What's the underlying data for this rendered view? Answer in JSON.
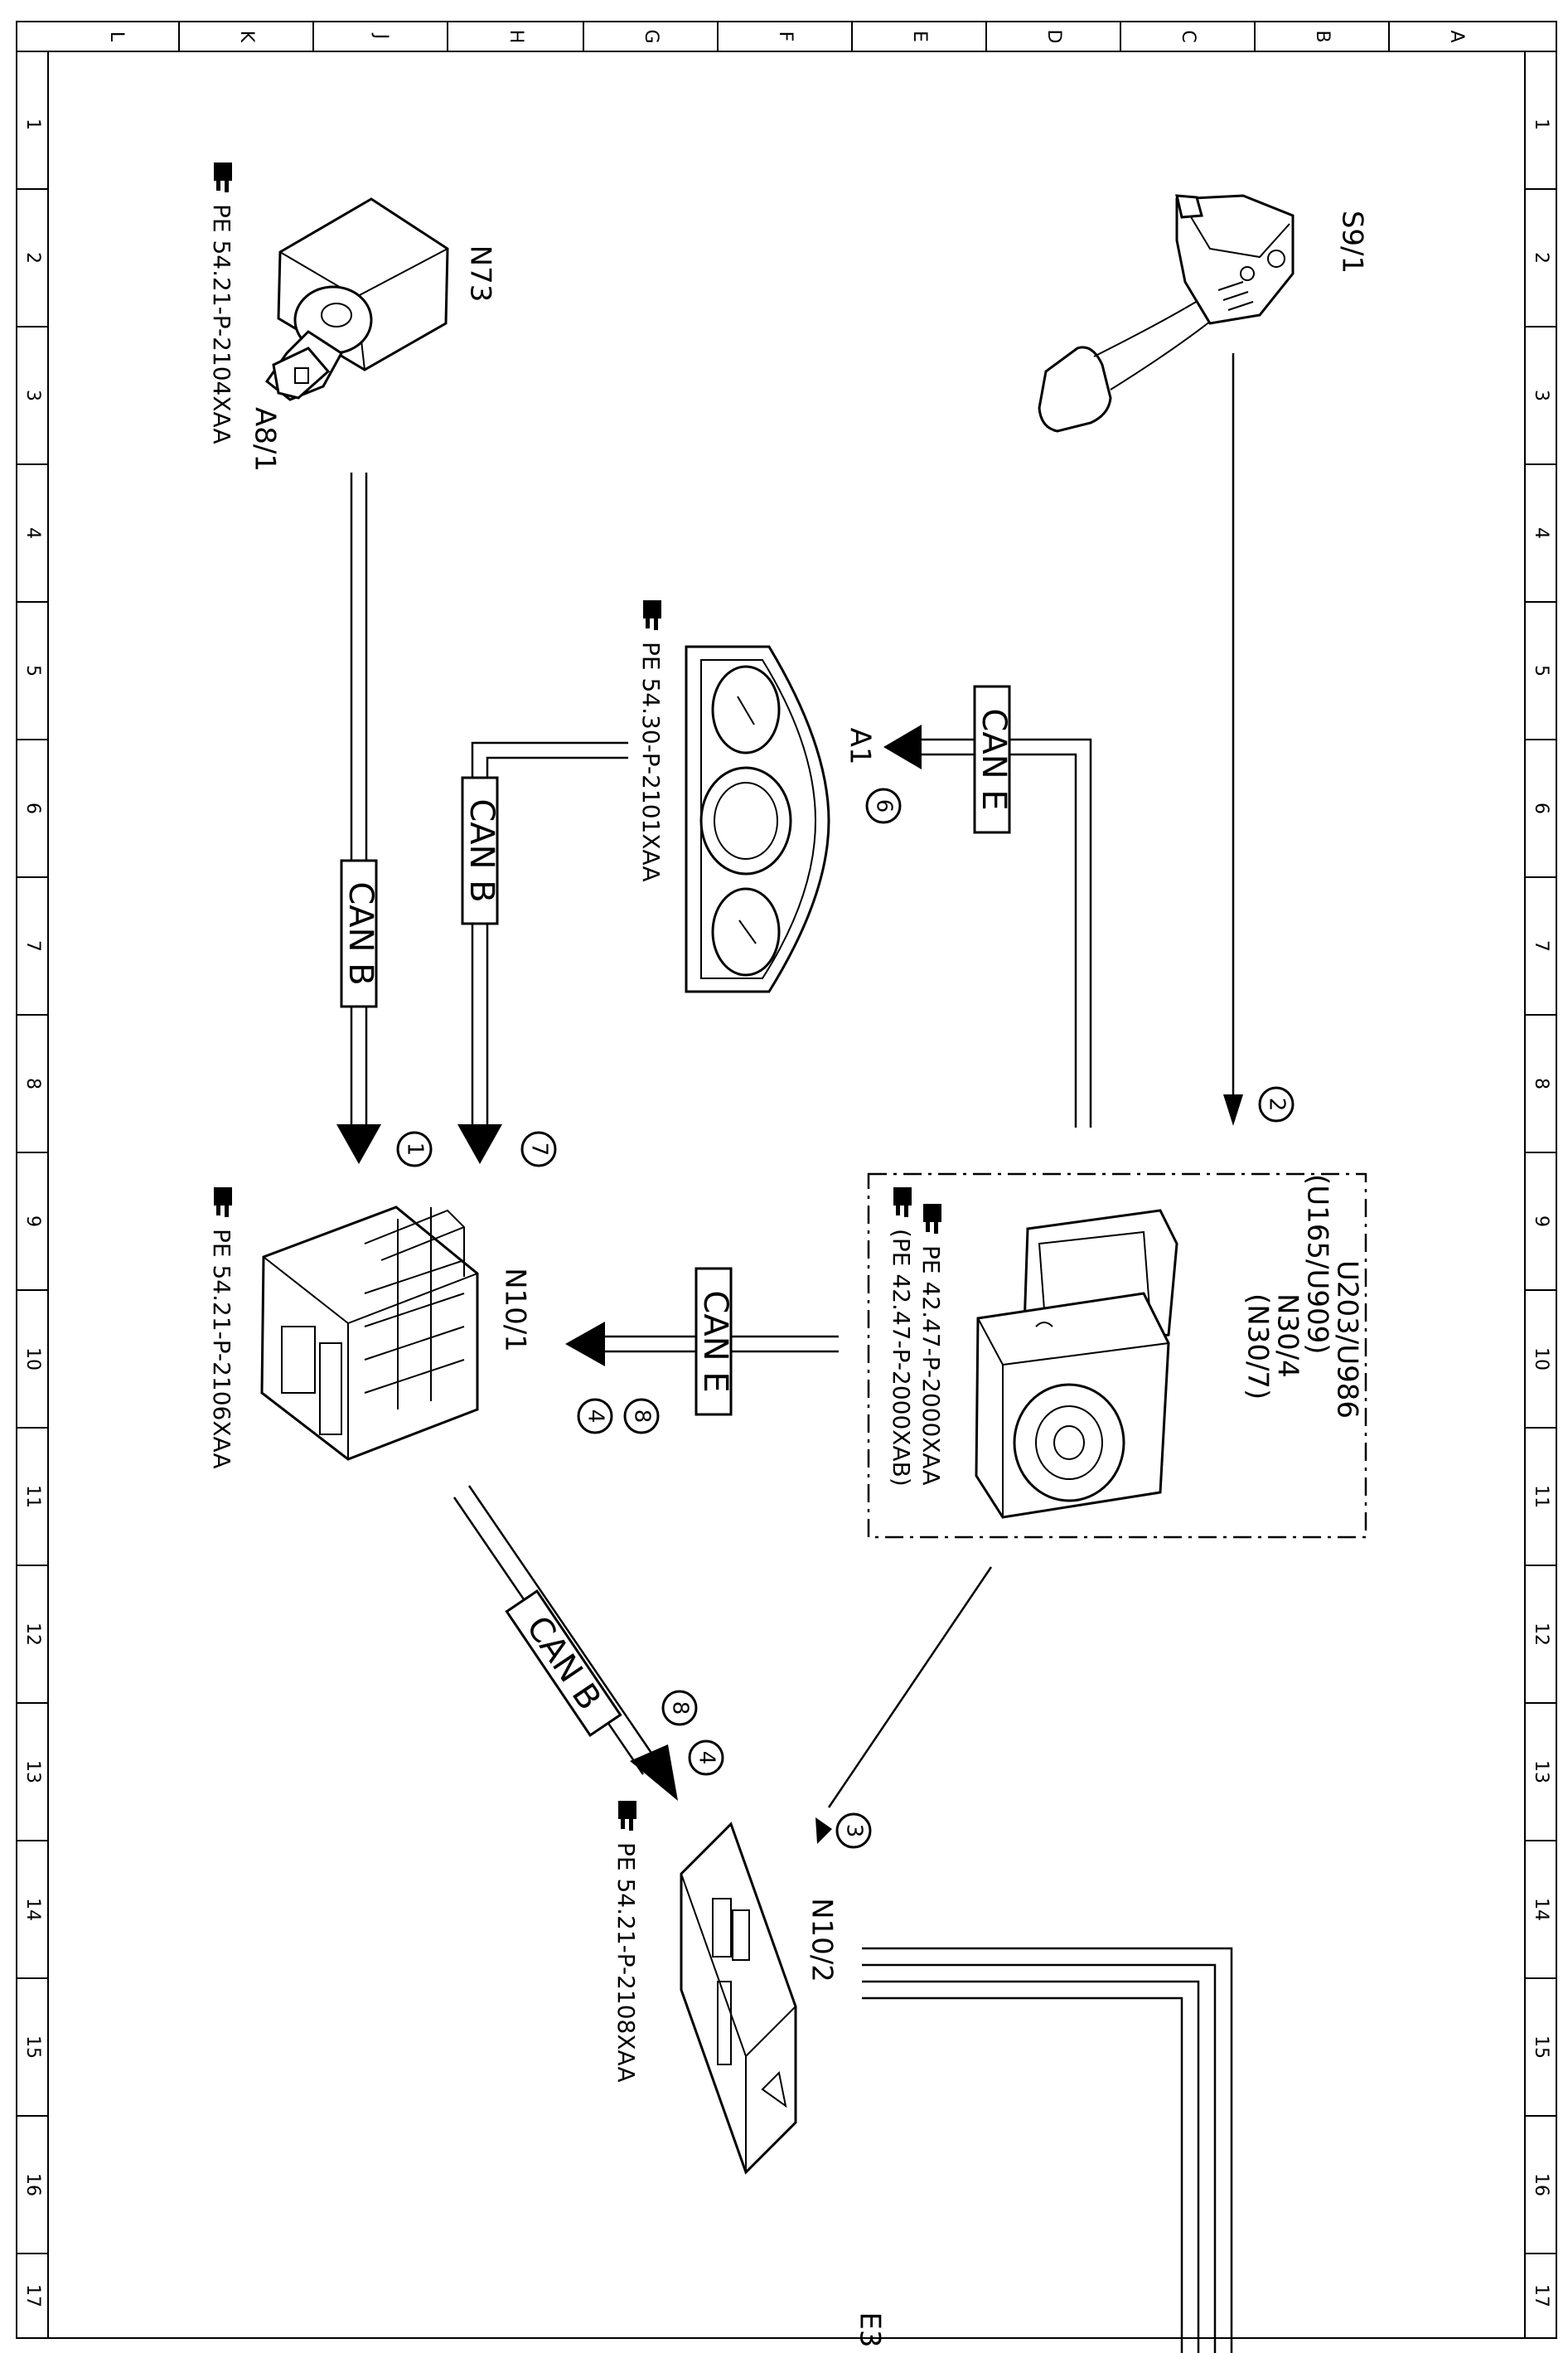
{
  "frame": {
    "columns": [
      "L",
      "K",
      "J",
      "H",
      "G",
      "F",
      "E",
      "D",
      "C",
      "B",
      "A"
    ],
    "rows": [
      "1",
      "2",
      "3",
      "4",
      "5",
      "6",
      "7",
      "8",
      "9",
      "10",
      "11",
      "12",
      "13",
      "14",
      "15",
      "16",
      "17"
    ],
    "sheet_id": "E3"
  },
  "components": {
    "s9_1": {
      "label": "S9/1"
    },
    "n73": {
      "label": "N73",
      "sub_label": "A8/1",
      "ref": "PE 54.21-P-2104XAA"
    },
    "a1": {
      "label": "A1",
      "ref": "PE 54.30-P-2101XAA"
    },
    "n30": {
      "lines": [
        "U203/U986",
        "(U165/U909)",
        "N30/4",
        "(N30/7)"
      ],
      "refs": [
        "PE 42.47-P-2000XAA",
        "(PE 42.47-P-2000XAB)"
      ]
    },
    "n10_1": {
      "label": "N10/1",
      "ref": "PE 54.21-P-2106XAA"
    },
    "n10_2": {
      "label": "N10/2",
      "ref": "PE 54.21-P-2108XAA"
    }
  },
  "buses": {
    "can_e_a1": "CAN E",
    "can_b_n73": "CAN B",
    "can_b_a1": "CAN B",
    "can_e_n10": "CAN E",
    "can_b_n10_2": "CAN B"
  },
  "markers": {
    "m1": "1",
    "m2": "2",
    "m3": "3",
    "m4a": "4",
    "m4b": "4",
    "m6": "6",
    "m7": "7",
    "m8a": "8",
    "m8b": "8"
  },
  "icons": [
    "pointing-hand-icon"
  ]
}
